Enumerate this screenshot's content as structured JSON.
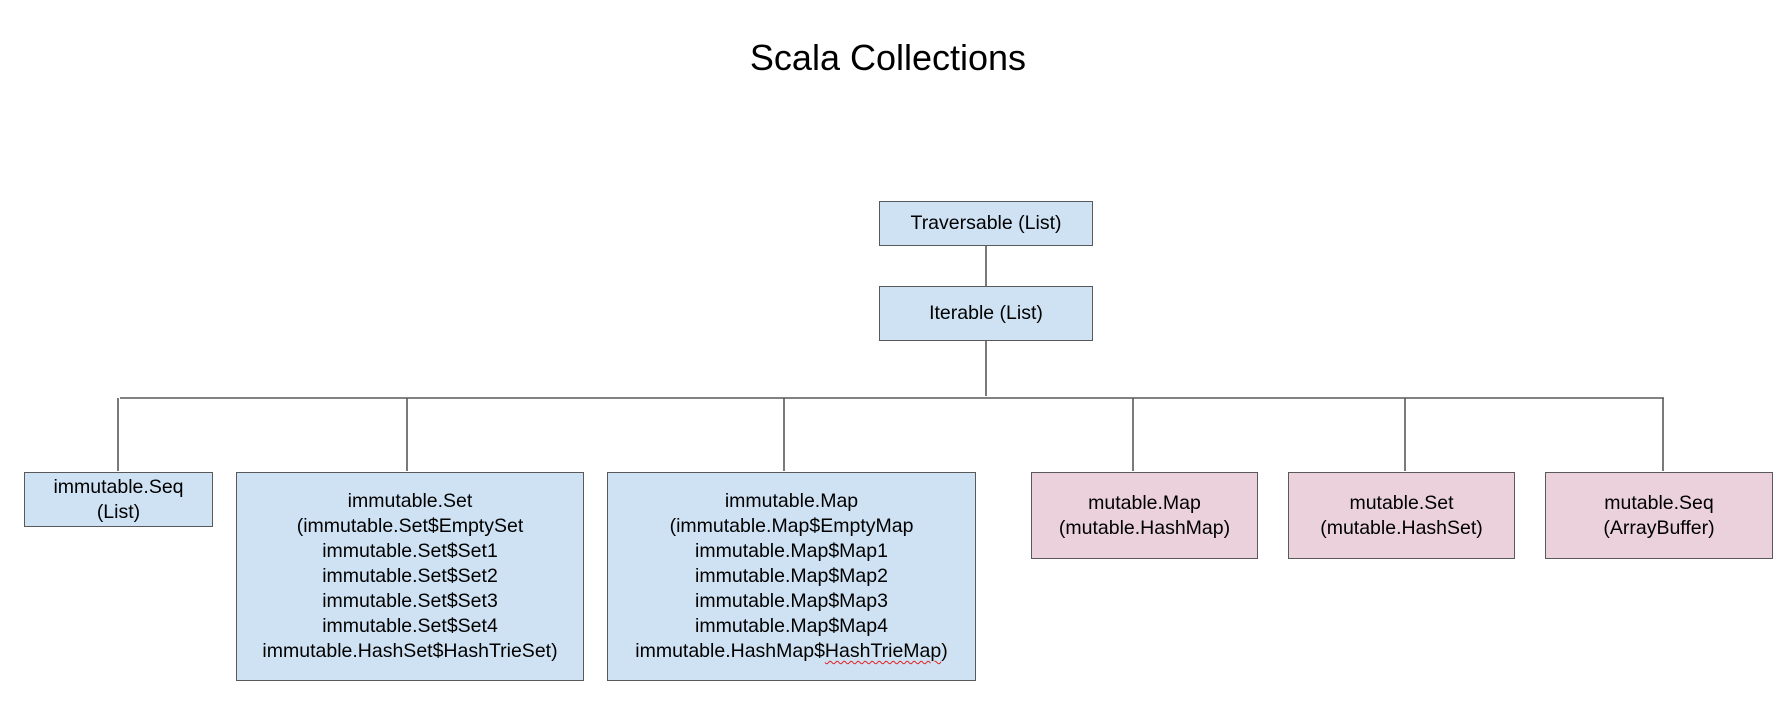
{
  "diagram": {
    "title": "Scala Collections",
    "colors": {
      "immutable_fill": "#cfe2f3",
      "mutable_fill": "#ead1dc",
      "border": "#595959",
      "connector": "#595959"
    },
    "nodes": {
      "traversable": "Traversable (List)",
      "iterable": "Iterable (List)",
      "immutable_seq": "immutable.Seq\n(List)",
      "immutable_set": "immutable.Set\n(immutable.Set$EmptySet\nimmutable.Set$Set1\nimmutable.Set$Set2\nimmutable.Set$Set3\nimmutable.Set$Set4\nimmutable.HashSet$HashTrieSet)",
      "immutable_map": "immutable.Map\n(immutable.Map$EmptyMap\nimmutable.Map$Map1\nimmutable.Map$Map2\nimmutable.Map$Map3\nimmutable.Map$Map4",
      "immutable_map_last_prefix": "immutable.HashMap$",
      "immutable_map_last_misspelled": "HashTrieMap",
      "immutable_map_last_suffix": ")",
      "mutable_map": "mutable.Map\n(mutable.HashMap)",
      "mutable_set": "mutable.Set\n(mutable.HashSet)",
      "mutable_seq": "mutable.Seq\n(ArrayBuffer)"
    }
  }
}
